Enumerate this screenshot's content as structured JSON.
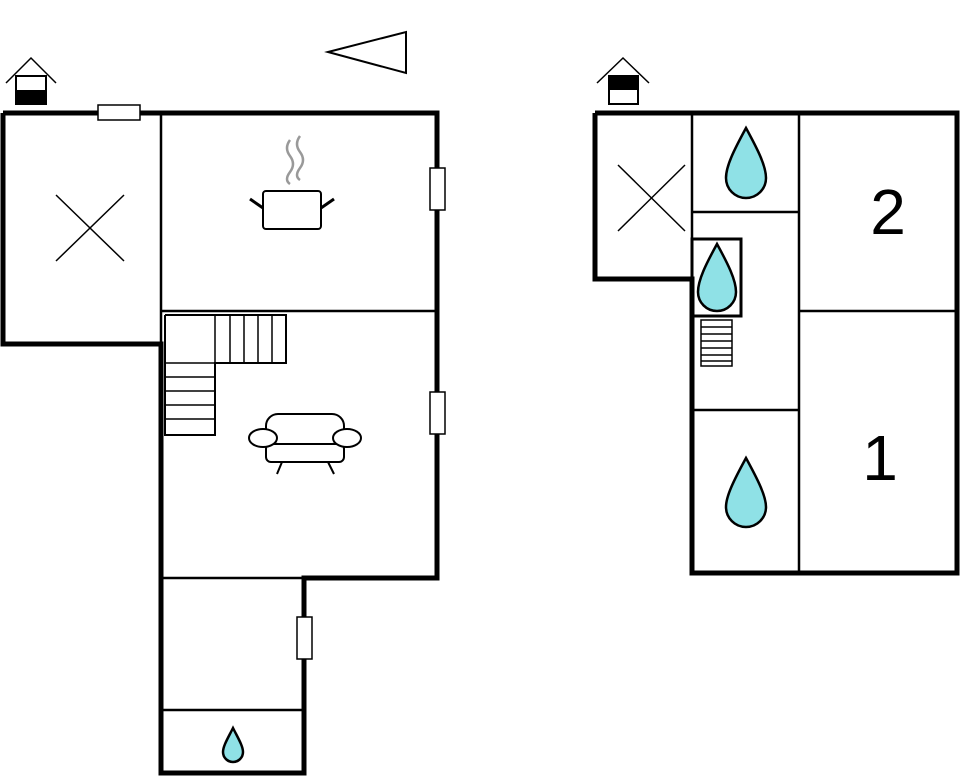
{
  "plan": {
    "north_indicator": "arrow-left",
    "water_color": "#8fe1e6",
    "wall_color": "#000000",
    "upper_floor": {
      "room_labels": [
        "2",
        "1"
      ]
    }
  }
}
